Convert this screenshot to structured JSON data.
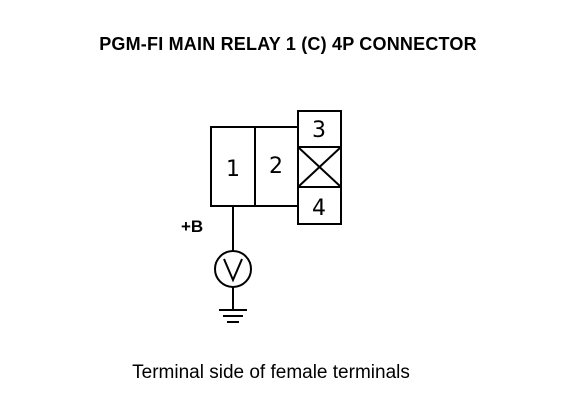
{
  "diagram": {
    "title": "PGM-FI MAIN RELAY 1 (C) 4P CONNECTOR",
    "caption": "Terminal side of female terminals",
    "terminals": [
      {
        "id": "1",
        "label": "1"
      },
      {
        "id": "2",
        "label": "2"
      },
      {
        "id": "3",
        "label": "3"
      },
      {
        "id": "4",
        "label": "4"
      }
    ],
    "probe": {
      "label": "+B",
      "meter_icon": "voltmeter-icon",
      "ground_icon": "ground-icon"
    },
    "empty_cavity_icon": "x-box-icon",
    "colors": {
      "line": "#000000",
      "background": "#ffffff"
    }
  }
}
